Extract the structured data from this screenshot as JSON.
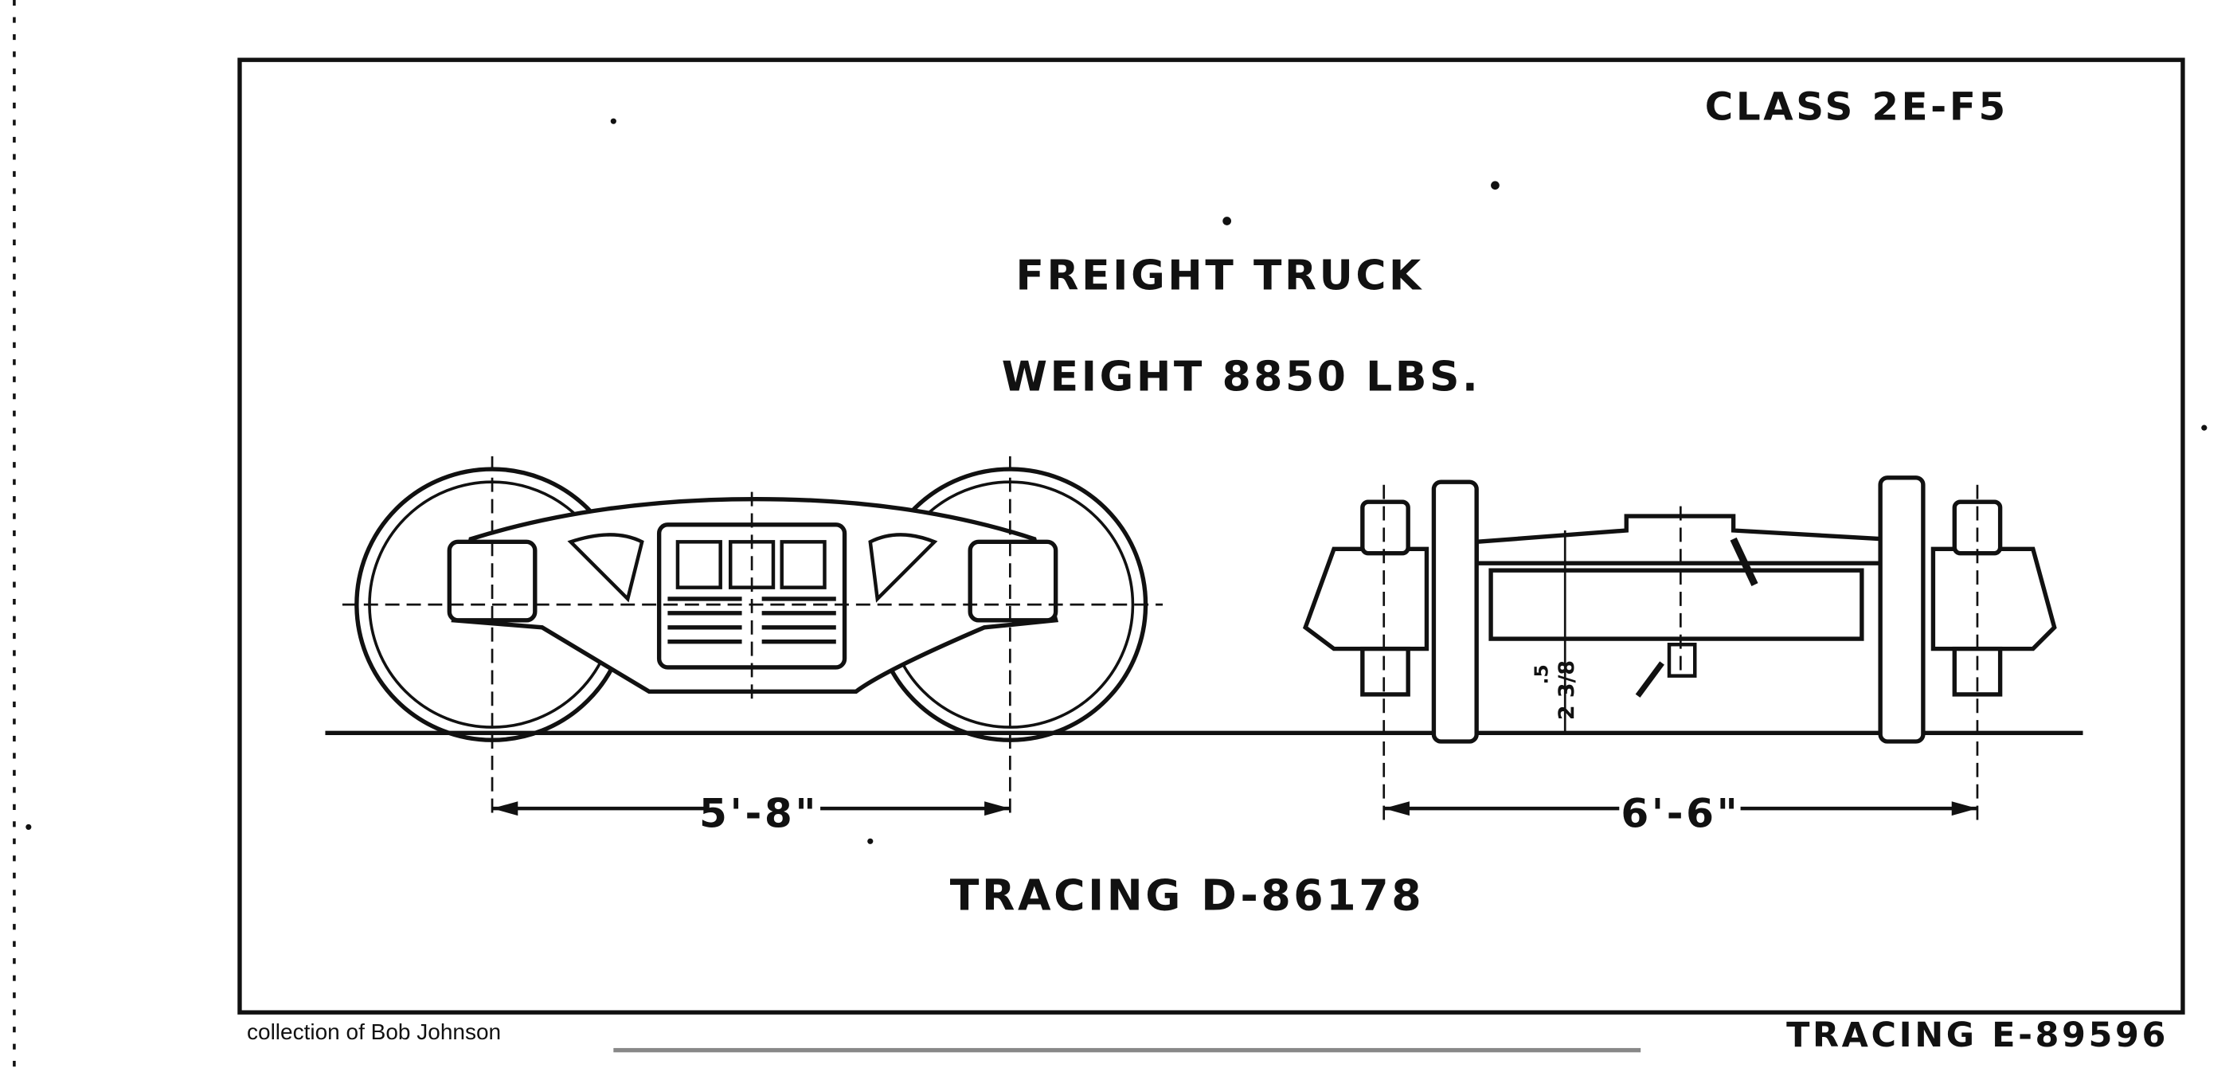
{
  "drawing": {
    "class_label": "CLASS  2E-F5",
    "title": "FREIGHT  TRUCK",
    "weight": "WEIGHT  8850  LBS.",
    "wheelbase_dimension": "5'-8\"",
    "gauge_dimension": "6'-6\"",
    "small_dimension": "2 3/8",
    "small_dimension_prefix": ".5",
    "tracing_inner": "TRACING  D-86178",
    "tracing_outer": "TRACING  E-89596",
    "credit": "collection of Bob Johnson"
  },
  "colors": {
    "ink": "#111111",
    "paper": "#ffffff"
  }
}
